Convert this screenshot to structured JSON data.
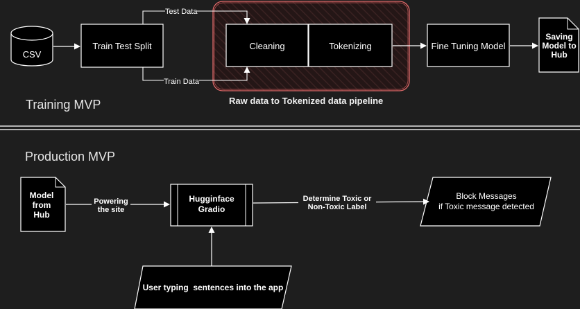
{
  "training": {
    "title": "Training MVP",
    "pipeline_caption": "Raw data to Tokenized data pipeline",
    "nodes": {
      "csv": "CSV",
      "split": "Train Test Split",
      "cleaning": "Cleaning",
      "tokenizing": "Tokenizing",
      "finetune": "Fine Tuning Model",
      "saving": "Saving Model to Hub"
    },
    "edges": {
      "test_data": "Test Data",
      "train_data": "Train Data"
    }
  },
  "production": {
    "title": "Production MVP",
    "nodes": {
      "model": "Model from Hub",
      "gradio": "Hugginface Gradio",
      "block_line1": "Block Messages",
      "block_line2": "if Toxic message detected",
      "user": "User typing  sentences into the app"
    },
    "edges": {
      "powering": "Powering the site",
      "determine": "Determine Toxic or Non-Toxic Label"
    }
  },
  "colors": {
    "background": "#1e1e1e",
    "node_fill": "#000000",
    "stroke": "#ffffff",
    "pipeline_border": "#e06a6a",
    "pipeline_fill": "#2a1a1a"
  }
}
